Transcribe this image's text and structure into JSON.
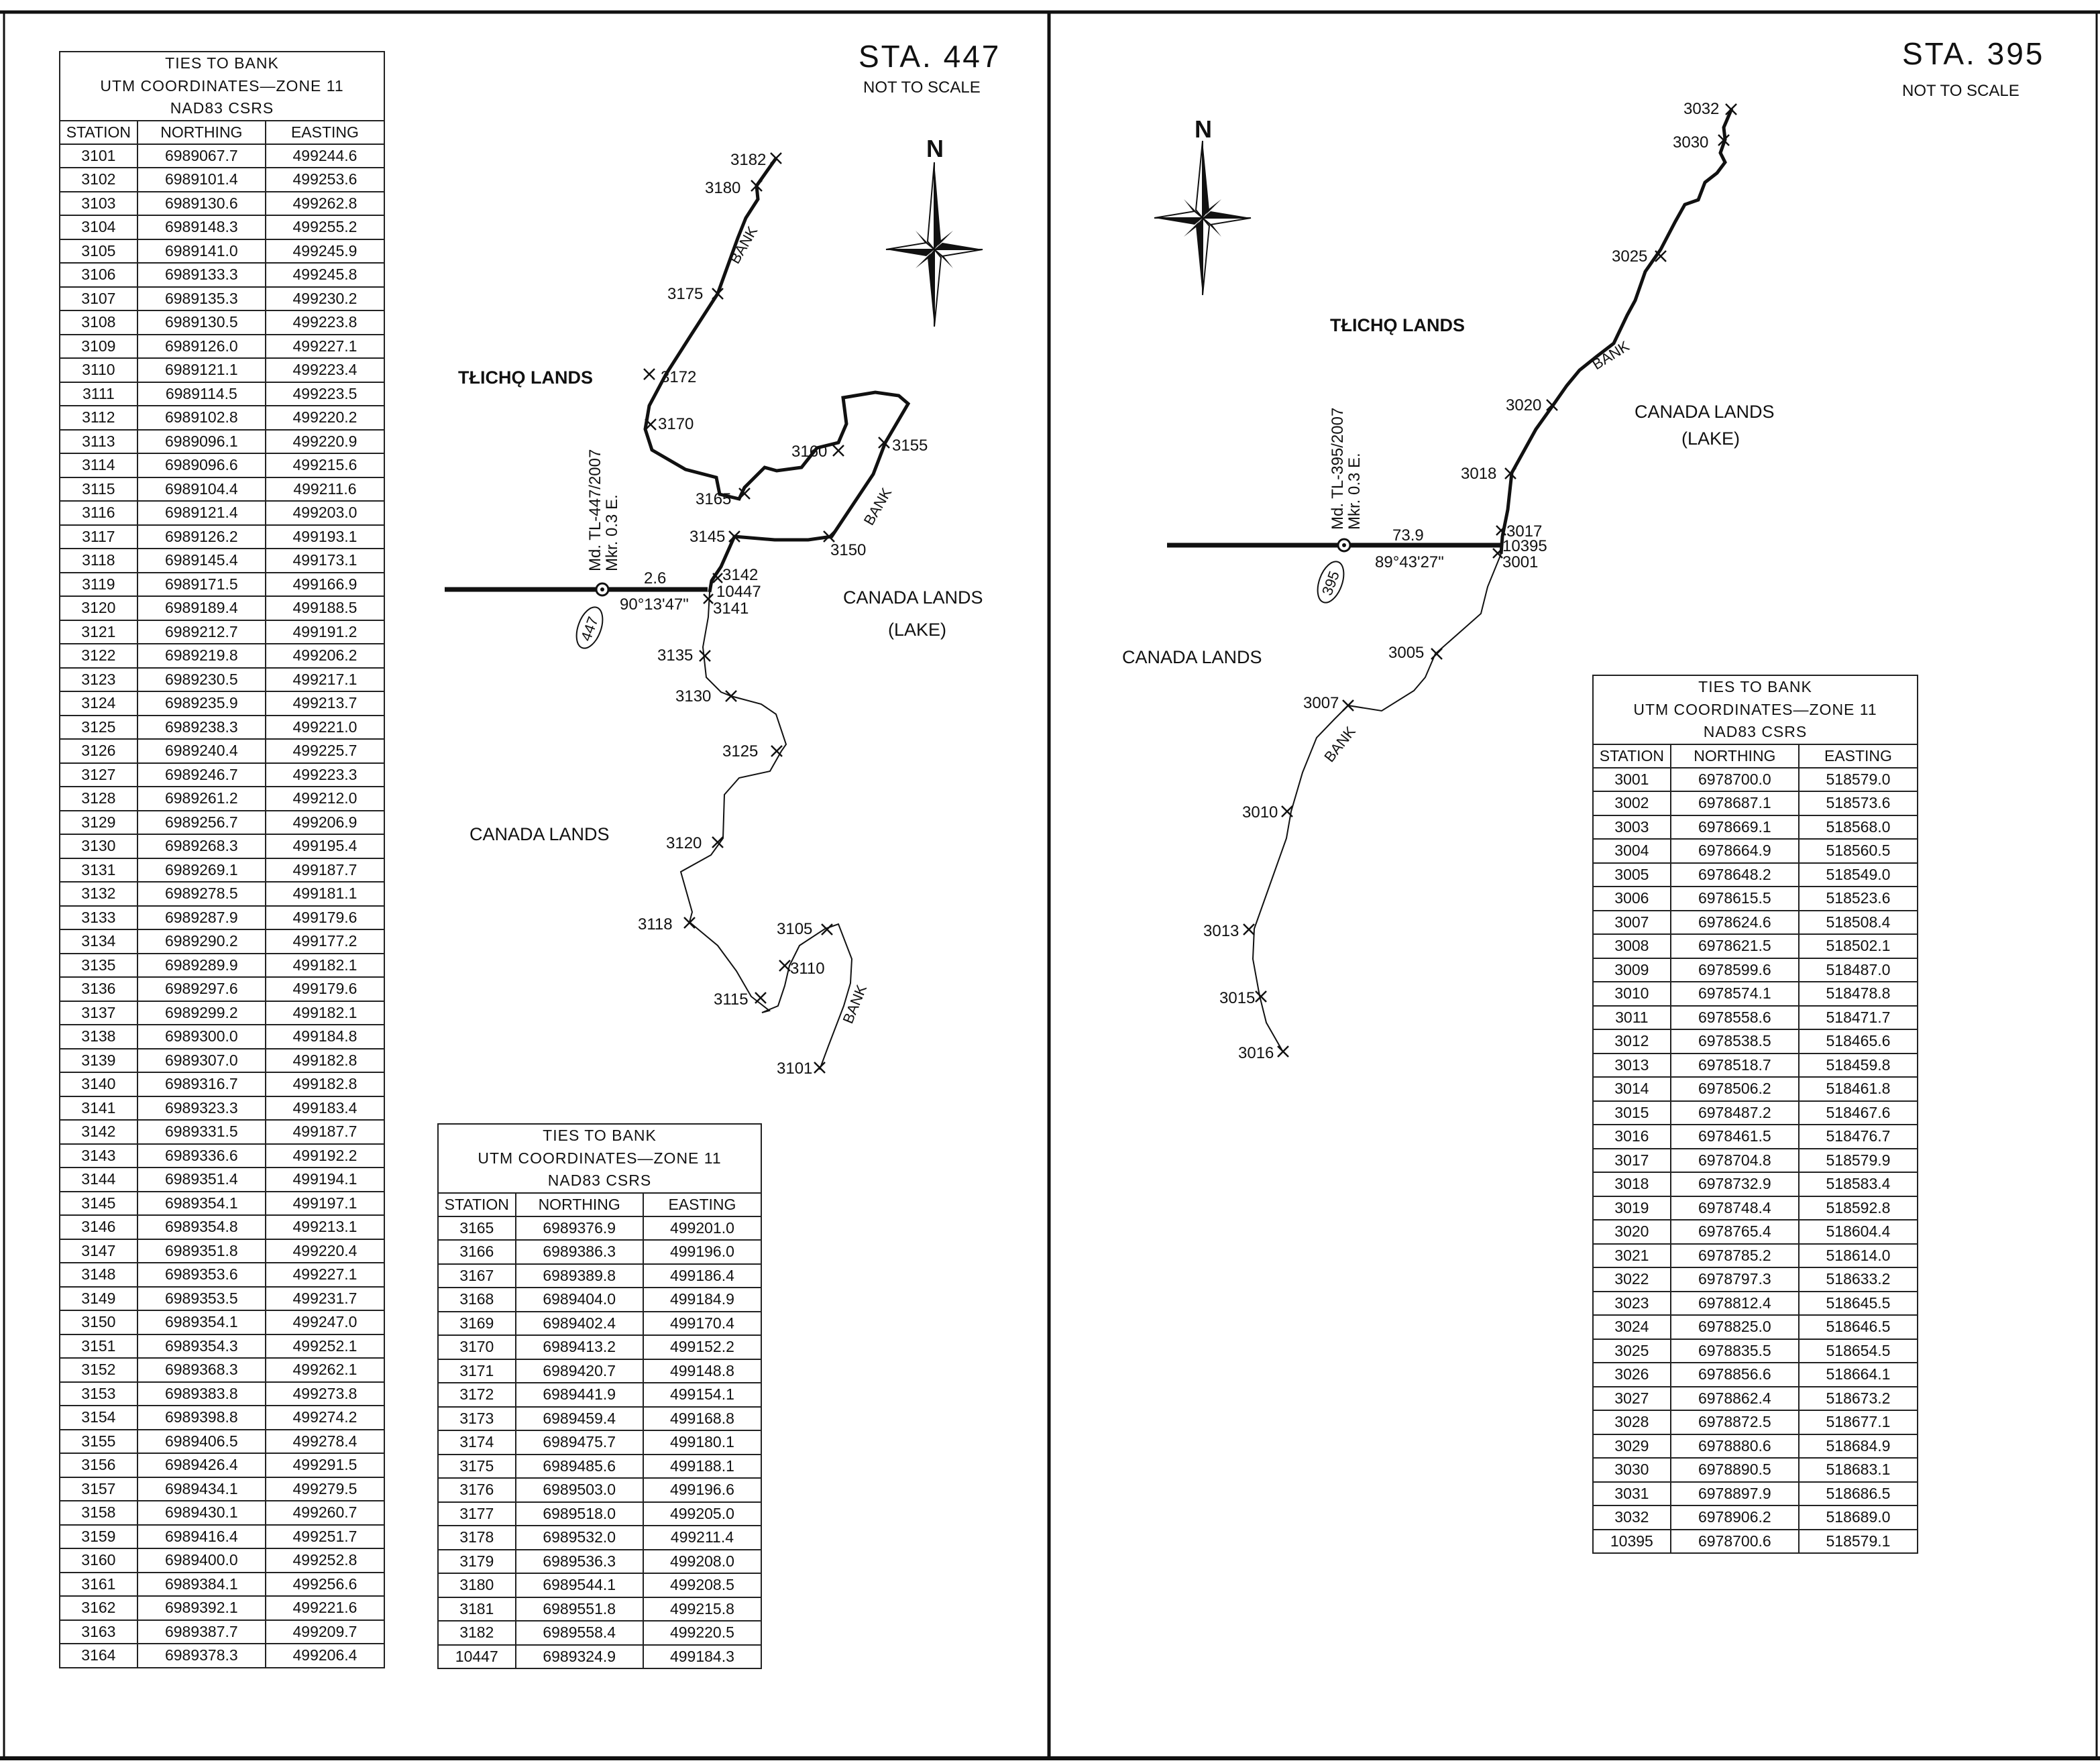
{
  "left_panel": {
    "station_title": "STA. 447",
    "scale_note": "NOT TO SCALE",
    "north_label": "N",
    "regions": {
      "tlicho": "TŁICHǪ LANDS",
      "canada_west": "CANADA LANDS",
      "canada_east": "CANADA LANDS",
      "lake": "(LAKE)"
    },
    "bank_label": "BANK",
    "marker_text": "Md. TL-447/2007",
    "marker_offset": "Mkr. 0.3 E.",
    "marker_badge": "447",
    "distance": "2.6",
    "bearing": "90°13'47\"",
    "tie_station": "10447",
    "station_labels": [
      "3182",
      "3180",
      "3175",
      "3172",
      "3170",
      "3165",
      "3160",
      "3155",
      "3150",
      "3145",
      "3142",
      "3141",
      "3135",
      "3130",
      "3125",
      "3120",
      "3118",
      "3115",
      "3110",
      "3105",
      "3101"
    ]
  },
  "right_panel": {
    "station_title": "STA. 395",
    "scale_note": "NOT TO SCALE",
    "north_label": "N",
    "regions": {
      "tlicho": "TŁICHǪ LANDS",
      "canada_west": "CANADA LANDS",
      "canada_east": "CANADA LANDS",
      "lake": "(LAKE)"
    },
    "bank_label": "BANK",
    "marker_text": "Md. TL-395/2007",
    "marker_offset": "Mkr. 0.3 E.",
    "marker_badge": "395",
    "distance": "73.9",
    "bearing": "89°43'27\"",
    "tie_station": "10395",
    "station_labels": [
      "3032",
      "3030",
      "3025",
      "3020",
      "3018",
      "3017",
      "3001",
      "3005",
      "3007",
      "3010",
      "3013",
      "3015",
      "3016"
    ]
  },
  "table_header": {
    "line1": "TIES TO BANK",
    "line2": "UTM COORDINATES—ZONE 11",
    "line3": "NAD83 CSRS",
    "col_station": "STATION",
    "col_northing": "NORTHING",
    "col_easting": "EASTING"
  },
  "tables": {
    "t3101": [
      [
        "3101",
        "6989067.7",
        "499244.6"
      ],
      [
        "3102",
        "6989101.4",
        "499253.6"
      ],
      [
        "3103",
        "6989130.6",
        "499262.8"
      ],
      [
        "3104",
        "6989148.3",
        "499255.2"
      ],
      [
        "3105",
        "6989141.0",
        "499245.9"
      ],
      [
        "3106",
        "6989133.3",
        "499245.8"
      ],
      [
        "3107",
        "6989135.3",
        "499230.2"
      ],
      [
        "3108",
        "6989130.5",
        "499223.8"
      ],
      [
        "3109",
        "6989126.0",
        "499227.1"
      ],
      [
        "3110",
        "6989121.1",
        "499223.4"
      ],
      [
        "3111",
        "6989114.5",
        "499223.5"
      ],
      [
        "3112",
        "6989102.8",
        "499220.2"
      ],
      [
        "3113",
        "6989096.1",
        "499220.9"
      ],
      [
        "3114",
        "6989096.6",
        "499215.6"
      ],
      [
        "3115",
        "6989104.4",
        "499211.6"
      ],
      [
        "3116",
        "6989121.4",
        "499203.0"
      ],
      [
        "3117",
        "6989126.2",
        "499193.1"
      ],
      [
        "3118",
        "6989145.4",
        "499173.1"
      ],
      [
        "3119",
        "6989171.5",
        "499166.9"
      ],
      [
        "3120",
        "6989189.4",
        "499188.5"
      ],
      [
        "3121",
        "6989212.7",
        "499191.2"
      ],
      [
        "3122",
        "6989219.8",
        "499206.2"
      ],
      [
        "3123",
        "6989230.5",
        "499217.1"
      ],
      [
        "3124",
        "6989235.9",
        "499213.7"
      ],
      [
        "3125",
        "6989238.3",
        "499221.0"
      ],
      [
        "3126",
        "6989240.4",
        "499225.7"
      ],
      [
        "3127",
        "6989246.7",
        "499223.3"
      ],
      [
        "3128",
        "6989261.2",
        "499212.0"
      ],
      [
        "3129",
        "6989256.7",
        "499206.9"
      ],
      [
        "3130",
        "6989268.3",
        "499195.4"
      ],
      [
        "3131",
        "6989269.1",
        "499187.7"
      ],
      [
        "3132",
        "6989278.5",
        "499181.1"
      ],
      [
        "3133",
        "6989287.9",
        "499179.6"
      ],
      [
        "3134",
        "6989290.2",
        "499177.2"
      ],
      [
        "3135",
        "6989289.9",
        "499182.1"
      ],
      [
        "3136",
        "6989297.6",
        "499179.6"
      ],
      [
        "3137",
        "6989299.2",
        "499182.1"
      ],
      [
        "3138",
        "6989300.0",
        "499184.8"
      ],
      [
        "3139",
        "6989307.0",
        "499182.8"
      ],
      [
        "3140",
        "6989316.7",
        "499182.8"
      ],
      [
        "3141",
        "6989323.3",
        "499183.4"
      ],
      [
        "3142",
        "6989331.5",
        "499187.7"
      ],
      [
        "3143",
        "6989336.6",
        "499192.2"
      ],
      [
        "3144",
        "6989351.4",
        "499194.1"
      ],
      [
        "3145",
        "6989354.1",
        "499197.1"
      ],
      [
        "3146",
        "6989354.8",
        "499213.1"
      ],
      [
        "3147",
        "6989351.8",
        "499220.4"
      ],
      [
        "3148",
        "6989353.6",
        "499227.1"
      ],
      [
        "3149",
        "6989353.5",
        "499231.7"
      ],
      [
        "3150",
        "6989354.1",
        "499247.0"
      ],
      [
        "3151",
        "6989354.3",
        "499252.1"
      ],
      [
        "3152",
        "6989368.3",
        "499262.1"
      ],
      [
        "3153",
        "6989383.8",
        "499273.8"
      ],
      [
        "3154",
        "6989398.8",
        "499274.2"
      ],
      [
        "3155",
        "6989406.5",
        "499278.4"
      ],
      [
        "3156",
        "6989426.4",
        "499291.5"
      ],
      [
        "3157",
        "6989434.1",
        "499279.5"
      ],
      [
        "3158",
        "6989430.1",
        "499260.7"
      ],
      [
        "3159",
        "6989416.4",
        "499251.7"
      ],
      [
        "3160",
        "6989400.0",
        "499252.8"
      ],
      [
        "3161",
        "6989384.1",
        "499256.6"
      ],
      [
        "3162",
        "6989392.1",
        "499221.6"
      ],
      [
        "3163",
        "6989387.7",
        "499209.7"
      ],
      [
        "3164",
        "6989378.3",
        "499206.4"
      ]
    ],
    "t3165": [
      [
        "3165",
        "6989376.9",
        "499201.0"
      ],
      [
        "3166",
        "6989386.3",
        "499196.0"
      ],
      [
        "3167",
        "6989389.8",
        "499186.4"
      ],
      [
        "3168",
        "6989404.0",
        "499184.9"
      ],
      [
        "3169",
        "6989402.4",
        "499170.4"
      ],
      [
        "3170",
        "6989413.2",
        "499152.2"
      ],
      [
        "3171",
        "6989420.7",
        "499148.8"
      ],
      [
        "3172",
        "6989441.9",
        "499154.1"
      ],
      [
        "3173",
        "6989459.4",
        "499168.8"
      ],
      [
        "3174",
        "6989475.7",
        "499180.1"
      ],
      [
        "3175",
        "6989485.6",
        "499188.1"
      ],
      [
        "3176",
        "6989503.0",
        "499196.6"
      ],
      [
        "3177",
        "6989518.0",
        "499205.0"
      ],
      [
        "3178",
        "6989532.0",
        "499211.4"
      ],
      [
        "3179",
        "6989536.3",
        "499208.0"
      ],
      [
        "3180",
        "6989544.1",
        "499208.5"
      ],
      [
        "3181",
        "6989551.8",
        "499215.8"
      ],
      [
        "3182",
        "6989558.4",
        "499220.5"
      ],
      [
        "10447",
        "6989324.9",
        "499184.3"
      ]
    ],
    "t3001": [
      [
        "3001",
        "6978700.0",
        "518579.0"
      ],
      [
        "3002",
        "6978687.1",
        "518573.6"
      ],
      [
        "3003",
        "6978669.1",
        "518568.0"
      ],
      [
        "3004",
        "6978664.9",
        "518560.5"
      ],
      [
        "3005",
        "6978648.2",
        "518549.0"
      ],
      [
        "3006",
        "6978615.5",
        "518523.6"
      ],
      [
        "3007",
        "6978624.6",
        "518508.4"
      ],
      [
        "3008",
        "6978621.5",
        "518502.1"
      ],
      [
        "3009",
        "6978599.6",
        "518487.0"
      ],
      [
        "3010",
        "6978574.1",
        "518478.8"
      ],
      [
        "3011",
        "6978558.6",
        "518471.7"
      ],
      [
        "3012",
        "6978538.5",
        "518465.6"
      ],
      [
        "3013",
        "6978518.7",
        "518459.8"
      ],
      [
        "3014",
        "6978506.2",
        "518461.8"
      ],
      [
        "3015",
        "6978487.2",
        "518467.6"
      ],
      [
        "3016",
        "6978461.5",
        "518476.7"
      ],
      [
        "3017",
        "6978704.8",
        "518579.9"
      ],
      [
        "3018",
        "6978732.9",
        "518583.4"
      ],
      [
        "3019",
        "6978748.4",
        "518592.8"
      ],
      [
        "3020",
        "6978765.4",
        "518604.4"
      ],
      [
        "3021",
        "6978785.2",
        "518614.0"
      ],
      [
        "3022",
        "6978797.3",
        "518633.2"
      ],
      [
        "3023",
        "6978812.4",
        "518645.5"
      ],
      [
        "3024",
        "6978825.0",
        "518646.5"
      ],
      [
        "3025",
        "6978835.5",
        "518654.5"
      ],
      [
        "3026",
        "6978856.6",
        "518664.1"
      ],
      [
        "3027",
        "6978862.4",
        "518673.2"
      ],
      [
        "3028",
        "6978872.5",
        "518677.1"
      ],
      [
        "3029",
        "6978880.6",
        "518684.9"
      ],
      [
        "3030",
        "6978890.5",
        "518683.1"
      ],
      [
        "3031",
        "6978897.9",
        "518686.5"
      ],
      [
        "3032",
        "6978906.2",
        "518689.0"
      ],
      [
        "10395",
        "6978700.6",
        "518579.1"
      ]
    ]
  }
}
